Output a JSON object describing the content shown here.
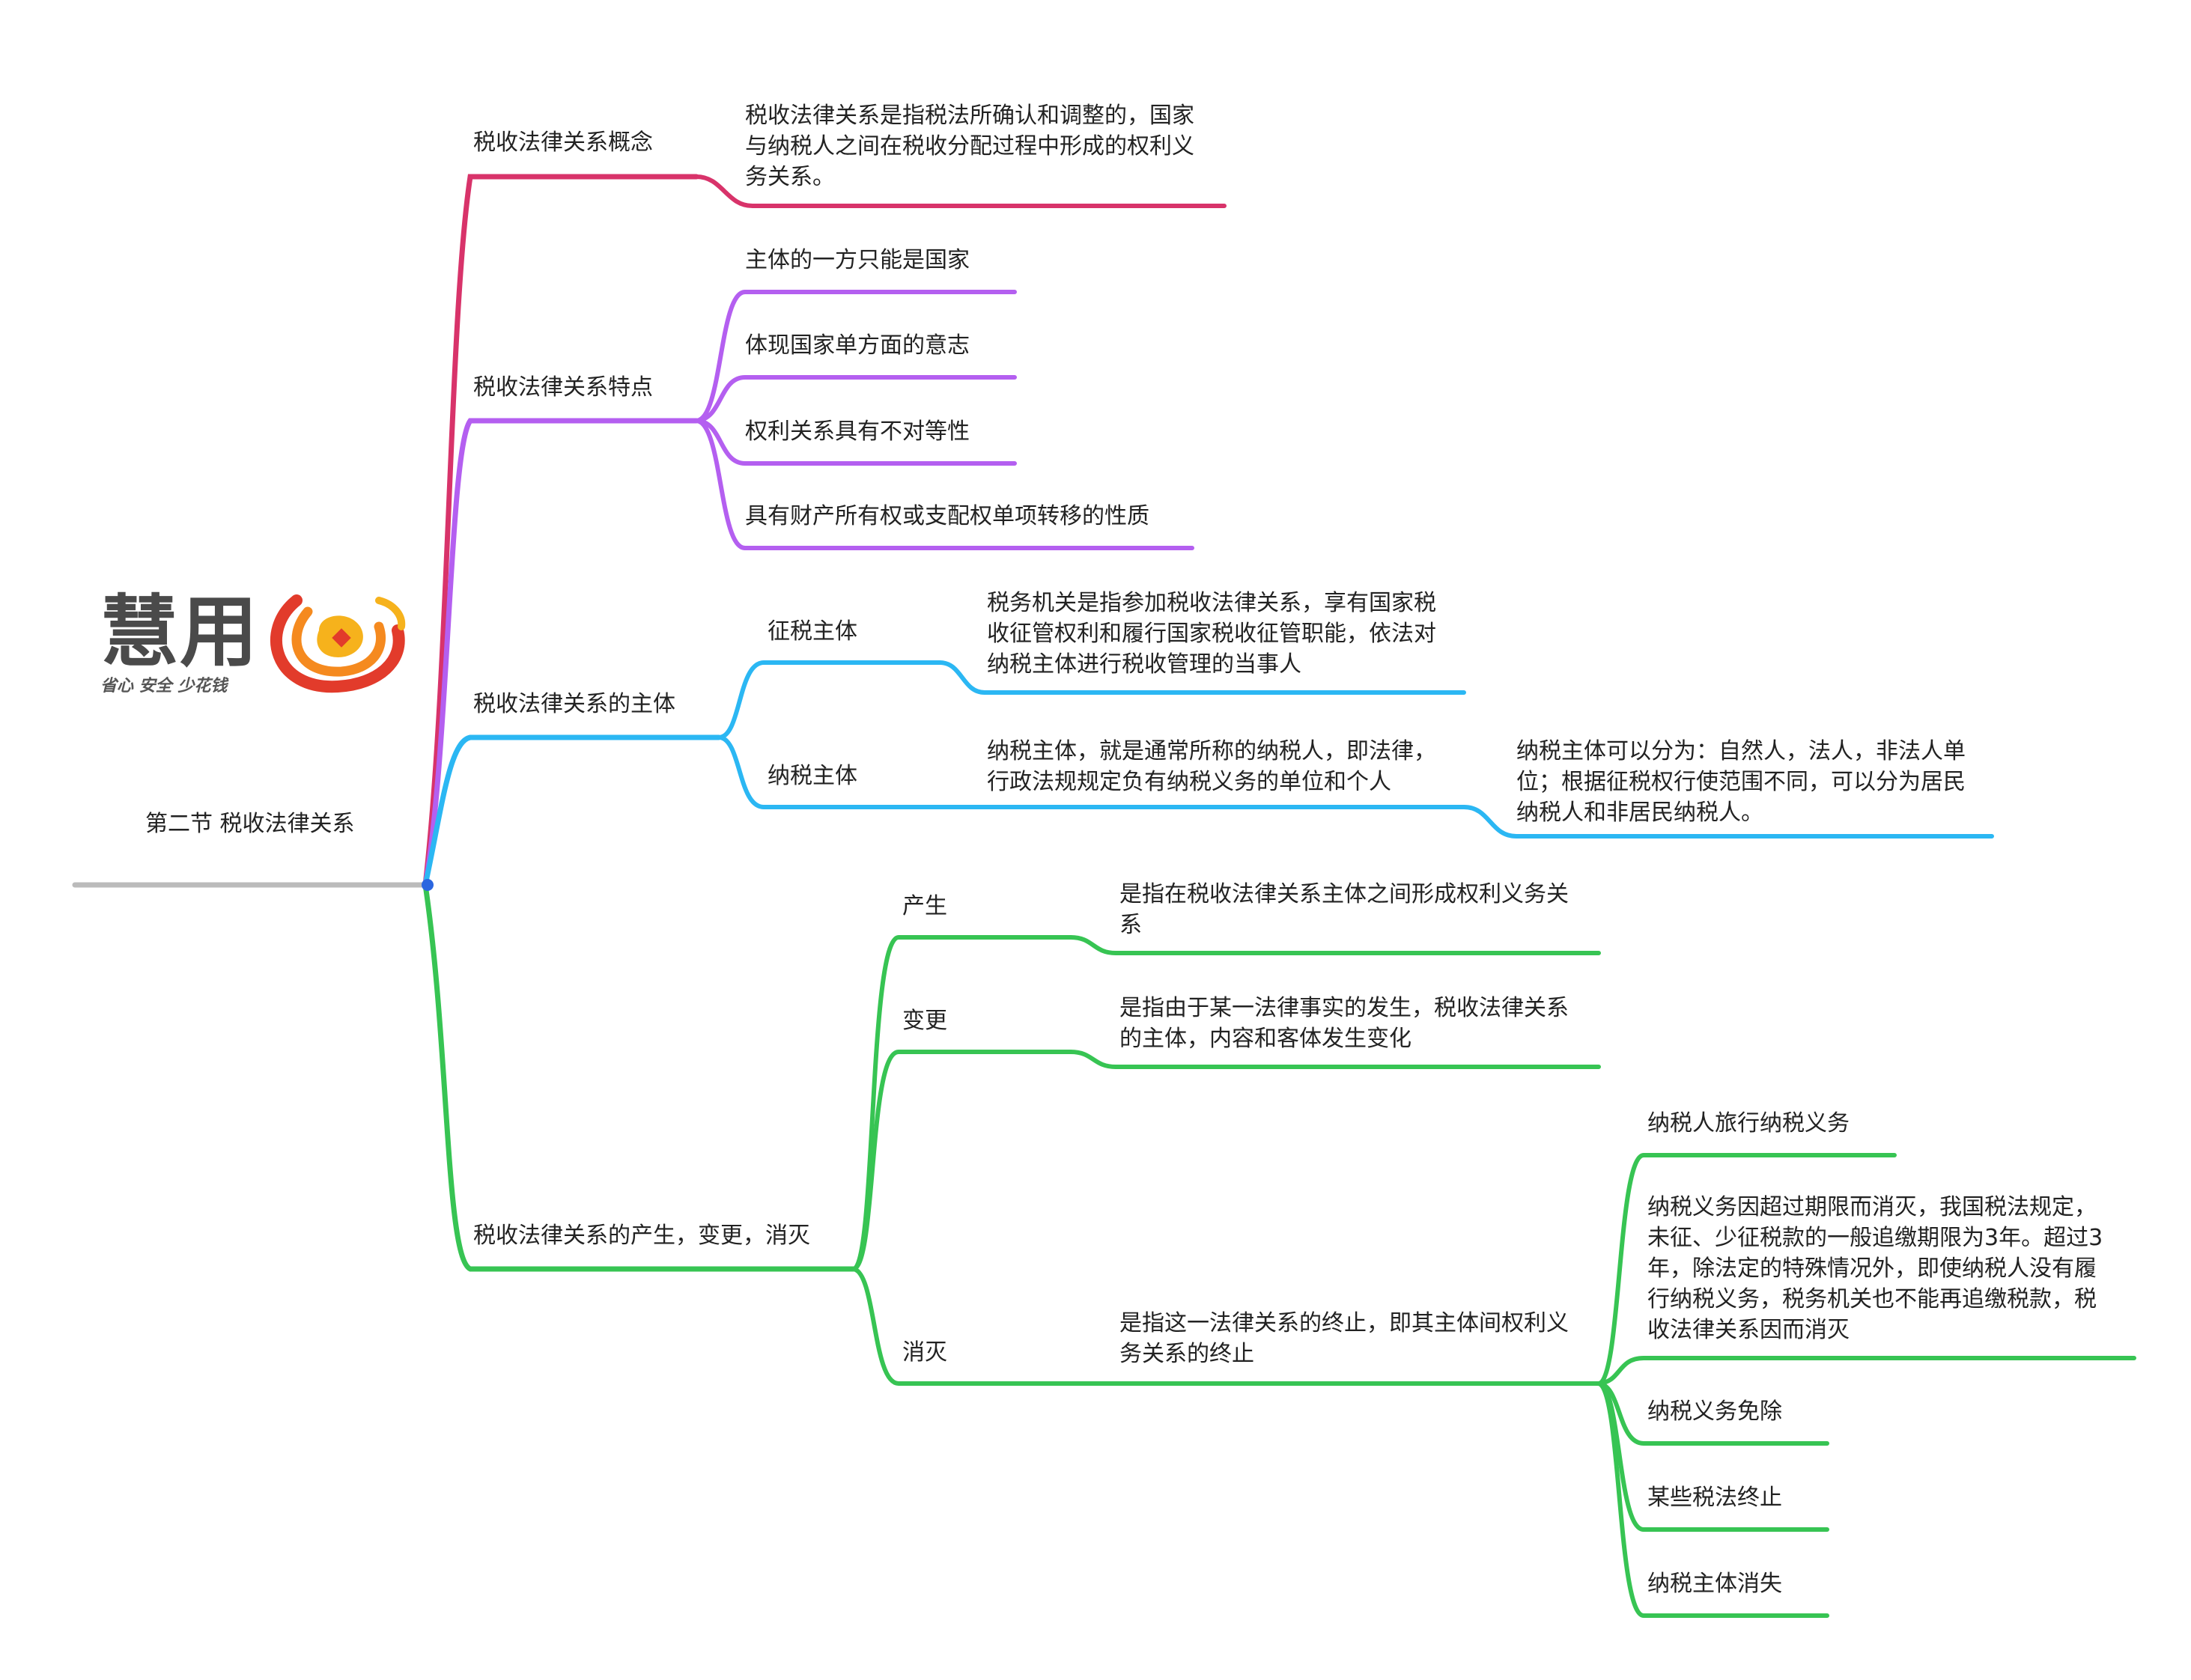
{
  "root": {
    "title": "第二节 税收法律关系",
    "logo_text": "慧用",
    "logo_slogan": "省心 安全 少花钱"
  },
  "colors": {
    "root_line": "#bbbbbb",
    "concept": "#d8336a",
    "features": "#b45ff0",
    "subjects": "#2bb7f3",
    "lifecycle": "#37c453",
    "root_dot": "#2b66e0"
  },
  "branches": {
    "concept": {
      "label": "税收法律关系概念",
      "detail": "税收法律关系是指税法所确认和调整的，国家与纳税人之间在税收分配过程中形成的权利义务关系。"
    },
    "features": {
      "label": "税收法律关系特点",
      "items": [
        "主体的一方只能是国家",
        "体现国家单方面的意志",
        "权利关系具有不对等性",
        "具有财产所有权或支配权单项转移的性质"
      ]
    },
    "subjects": {
      "label": "税收法律关系的主体",
      "collector": {
        "label": "征税主体",
        "detail": "税务机关是指参加税收法律关系，享有国家税收征管权利和履行国家税收征管职能，依法对纳税主体进行税收管理的当事人"
      },
      "taxpayer": {
        "label": "纳税主体",
        "detail": "纳税主体，就是通常所称的纳税人，即法律，行政法规规定负有纳税义务的单位和个人",
        "extra": "纳税主体可以分为：自然人，法人，非法人单位；根据征税权行使范围不同，可以分为居民纳税人和非居民纳税人。"
      }
    },
    "lifecycle": {
      "label": "税收法律关系的产生，变更，消灭",
      "creation": {
        "label": "产生",
        "detail": "是指在税收法律关系主体之间形成权利义务关系"
      },
      "change": {
        "label": "变更",
        "detail": "是指由于某一法律事实的发生，税收法律关系的主体，内容和客体发生变化"
      },
      "termination": {
        "label": "消灭",
        "detail": "是指这一法律关系的终止，即其主体间权利义务关系的终止",
        "reasons": [
          "纳税人旅行纳税义务",
          "纳税义务因超过期限而消灭，我国税法规定，未征、少征税款的一般追缴期限为3年。超过3年，除法定的特殊情况外，即使纳税人没有履行纳税义务，税务机关也不能再追缴税款，税收法律关系因而消灭",
          "纳税义务免除",
          "某些税法终止",
          "纳税主体消失"
        ]
      }
    }
  }
}
